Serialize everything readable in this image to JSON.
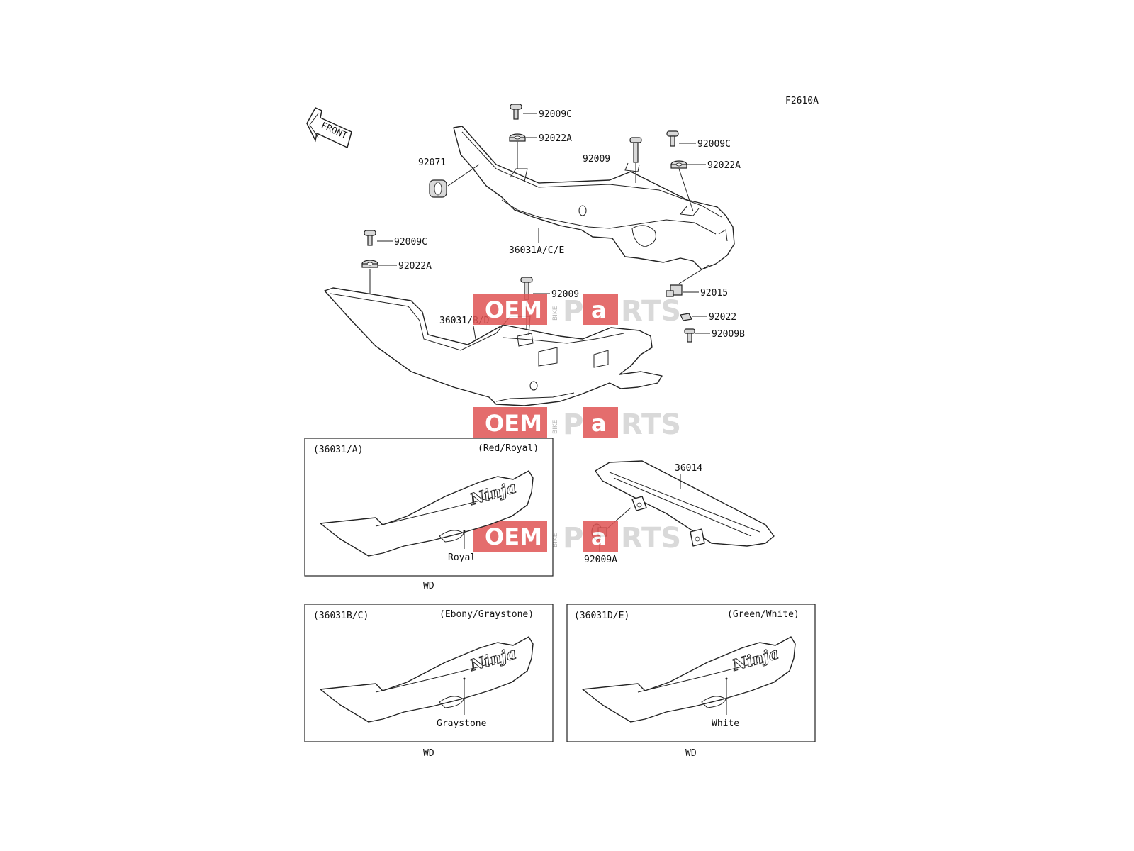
{
  "diagram_code": "F2610A",
  "front_arrow_label": "FRONT",
  "watermark": {
    "oem": "OEM",
    "bike": "BIKE",
    "p": "P",
    "a": "a",
    "rts": "RTS"
  },
  "parts": {
    "p92009C_top": "92009C",
    "p92022A_top": "92022A",
    "p92071": "92071",
    "p92009_mid": "92009",
    "p92009C_right": "92009C",
    "p92022A_right": "92022A",
    "p36031ACE": "36031A/C/E",
    "p92009C_left": "92009C",
    "p92022A_left": "92022A",
    "p92009_lower": "92009",
    "p36031BD": "36031/B/D",
    "p92015": "92015",
    "p92022": "92022",
    "p92009B": "92009B",
    "p36014": "36014",
    "p92009A": "92009A"
  },
  "boxes": [
    {
      "code": "(36031/A)",
      "color": "(Red/Royal)",
      "callout": "Royal",
      "footer": "WD",
      "logo": "Ninja"
    },
    {
      "code": "(36031B/C)",
      "color": "(Ebony/Graystone)",
      "callout": "Graystone",
      "footer": "WD",
      "logo": "Ninja"
    },
    {
      "code": "(36031D/E)",
      "color": "(Green/White)",
      "callout": "White",
      "footer": "WD",
      "logo": "Ninja"
    }
  ],
  "colors": {
    "watermark_red": "#e05454",
    "line": "#222222"
  }
}
